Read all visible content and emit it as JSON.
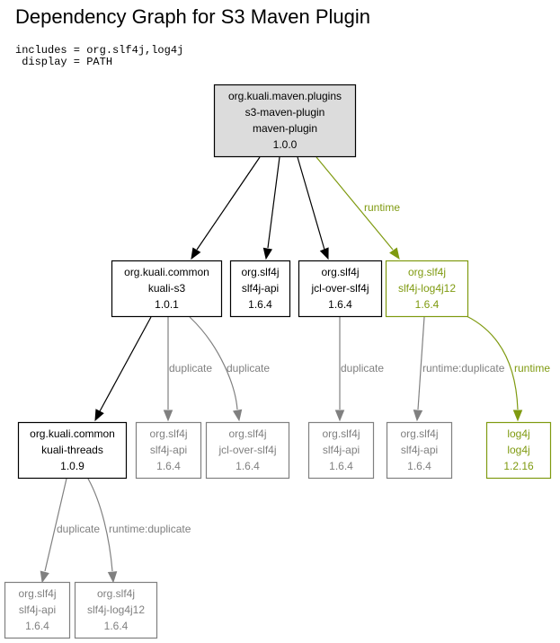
{
  "title": "Dependency Graph for S3 Maven Plugin",
  "config": {
    "includes_line": "includes = org.slf4j,log4j",
    "display_line": " display = PATH"
  },
  "colors": {
    "direct": "#000000",
    "duplicate": "#808080",
    "runtime": "#7f9a10",
    "root_fill": "#dcdcdc"
  },
  "nodes": {
    "root": {
      "lines": [
        "org.kuali.maven.plugins",
        "s3-maven-plugin",
        "maven-plugin",
        "1.0.0"
      ]
    },
    "kuali_s3": {
      "lines": [
        "org.kuali.common",
        "kuali-s3",
        "1.0.1"
      ]
    },
    "slf4j_api": {
      "lines": [
        "org.slf4j",
        "slf4j-api",
        "1.6.4"
      ]
    },
    "jcl_over_slf4j": {
      "lines": [
        "org.slf4j",
        "jcl-over-slf4j",
        "1.6.4"
      ]
    },
    "slf4j_log4j12": {
      "lines": [
        "org.slf4j",
        "slf4j-log4j12",
        "1.6.4"
      ]
    },
    "kuali_threads": {
      "lines": [
        "org.kuali.common",
        "kuali-threads",
        "1.0.9"
      ]
    },
    "dup_slf4j_api_1": {
      "lines": [
        "org.slf4j",
        "slf4j-api",
        "1.6.4"
      ]
    },
    "dup_jcl_over_slf4j": {
      "lines": [
        "org.slf4j",
        "jcl-over-slf4j",
        "1.6.4"
      ]
    },
    "dup_slf4j_api_2": {
      "lines": [
        "org.slf4j",
        "slf4j-api",
        "1.6.4"
      ]
    },
    "dup_slf4j_api_3": {
      "lines": [
        "org.slf4j",
        "slf4j-api",
        "1.6.4"
      ]
    },
    "log4j": {
      "lines": [
        "log4j",
        "log4j",
        "1.2.16"
      ]
    },
    "dup_slf4j_api_4": {
      "lines": [
        "org.slf4j",
        "slf4j-api",
        "1.6.4"
      ]
    },
    "dup_slf4j_log4j12": {
      "lines": [
        "org.slf4j",
        "slf4j-log4j12",
        "1.6.4"
      ]
    }
  },
  "edge_labels": {
    "root_to_log4j12": "runtime",
    "kuali_s3_to_api": "duplicate",
    "kuali_s3_to_jcl": "duplicate",
    "jcl_to_api": "duplicate",
    "log4j12_to_api": "runtime:duplicate",
    "log4j12_to_log4j": "runtime",
    "threads_to_api": "duplicate",
    "threads_to_log4j12": "runtime:duplicate"
  }
}
